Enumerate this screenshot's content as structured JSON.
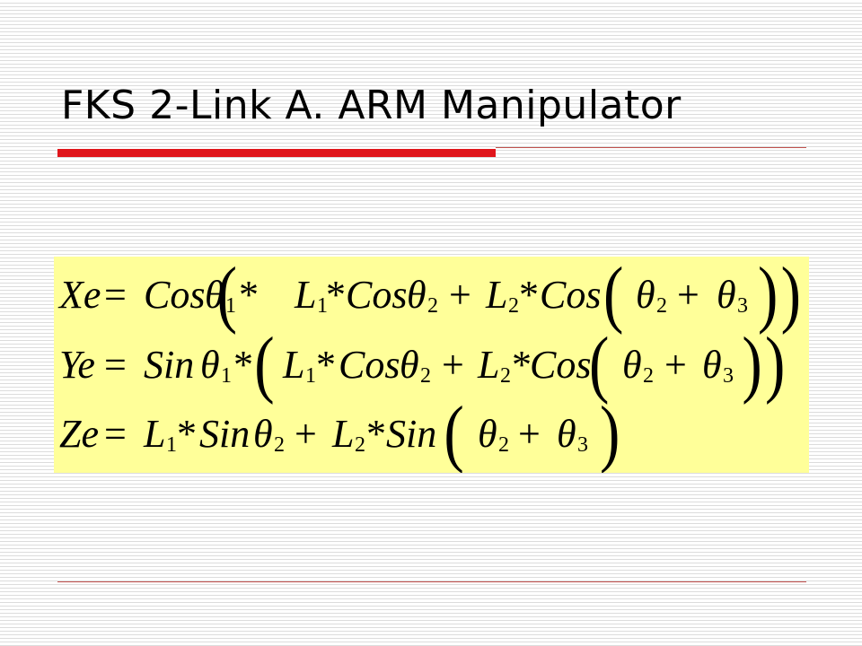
{
  "slide": {
    "title": "FKS 2-Link A. ARM Manipulator",
    "accent_color": "#e0151b",
    "equation_background": "#ffff99"
  },
  "equations": [
    {
      "label": "Xe = Cosθ1 * ( L1 * Cosθ2 + L2 * Cos( θ2 + θ3 ) )",
      "lhs": "Xe",
      "f1": "Cos",
      "f2": "Cos",
      "f3": "Cos"
    },
    {
      "label": "Ye = Sinθ1 * ( L1 * Cosθ2 + L2 * Cos( θ2 + θ3 ) )",
      "lhs": "Ye",
      "f1": "Sin",
      "f2": "Cos",
      "f3": "Cos"
    },
    {
      "label": "Ze = L1 * Sinθ2 + L2 * Sin( θ2 + θ3 )",
      "lhs": "Ze",
      "f1": "Sin",
      "f2": "Sin"
    }
  ],
  "symbols": {
    "equals": "=",
    "times": "*",
    "plus": "+",
    "theta": "θ",
    "L": "L",
    "sub1": "1",
    "sub2": "2",
    "sub3": "3",
    "open_paren": "(",
    "close_paren": ")"
  }
}
